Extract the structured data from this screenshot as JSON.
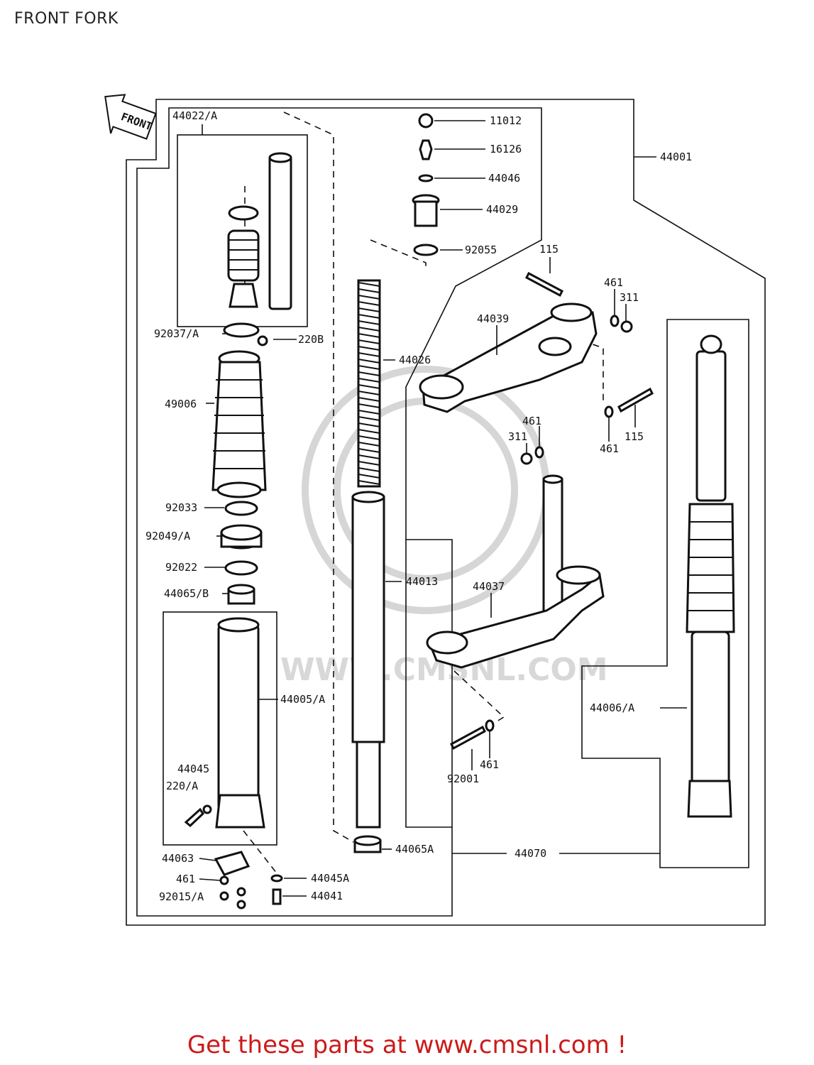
{
  "title": "FRONT FORK",
  "front_arrow_label": "FRONT",
  "watermark": "WWW.CMSNL.COM",
  "footer": "Get these parts at www.cmsnl.com !",
  "labels": {
    "p44022A": "44022/A",
    "p92037A": "92037/A",
    "p220B": "220B",
    "p49006": "49006",
    "p92033": "92033",
    "p92049A": "92049/A",
    "p92022": "92022",
    "p44065B": "44065/B",
    "p44005A": "44005/A",
    "p44045": "44045",
    "p220A": "220/A",
    "p44063": "44063",
    "p461a": "461",
    "p92015A": "92015/A",
    "p44045A": "44045A",
    "p44041": "44041",
    "p11012": "11012",
    "p16126": "16126",
    "p44046": "44046",
    "p44029": "44029",
    "p92055": "92055",
    "p44026": "44026",
    "p44013": "44013",
    "p44065A": "44065A",
    "p44070": "44070",
    "p44001": "44001",
    "p115a": "115",
    "p461b": "461",
    "p311a": "311",
    "p44039": "44039",
    "p461c": "461",
    "p311b": "311",
    "p461d": "461",
    "p115b": "115",
    "p44037": "44037",
    "p92001": "92001",
    "p461e": "461",
    "p44006A": "44006/A"
  }
}
